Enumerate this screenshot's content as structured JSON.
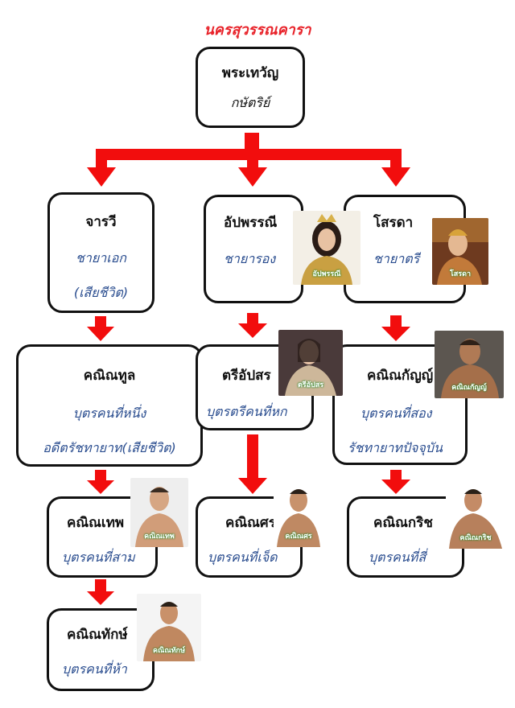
{
  "title": "นครสุวรรณคารา",
  "colors": {
    "arrow": "#f20d0d",
    "title": "#e8232a",
    "role": "#2a4d8f"
  },
  "nodes": {
    "king": {
      "name": "พระเทวัญ",
      "role": "กษัตริย์"
    },
    "jarawee": {
      "name": "จารวี",
      "role": "ชายาเอก",
      "role2": "(เสียชีวิต)"
    },
    "apapan": {
      "name": "อัปพรรณี",
      "role": "ชายารอง"
    },
    "sorada": {
      "name": "โสรดา",
      "role": "ชายาตรี"
    },
    "kanin_tool": {
      "name": "คณิณทูล",
      "role": "บุตรคนที่หนึ่ง",
      "role2": "อดีตรัชทายาท(เสียชีวิต)"
    },
    "sri_apsorn": {
      "name": "ตรีอัปสร",
      "role": "บุตรตรีคนที่หก"
    },
    "kanin_kan": {
      "name": "คณิณกัญญ์",
      "role": "บุตรคนที่สอง",
      "role2": "รัชทายาทปัจจุบัน"
    },
    "kanin_thep": {
      "name": "คณิณเทพ",
      "role": "บุตรคนที่สาม"
    },
    "kanin_sorn": {
      "name": "คณิณศร",
      "role": "บุตรคนที่เจ็ด"
    },
    "kanin_krit": {
      "name": "คณิณกริช",
      "role": "บุตรคนที่สี่"
    },
    "kanin_tak": {
      "name": "คณิณทักษ์",
      "role": "บุตรคนที่ห้า"
    }
  },
  "photo_captions": {
    "apapan": "อัปพรรณี",
    "sorada": "โสรดา",
    "sri_apsorn": "ตรีอัปสร",
    "kanin_kan": "คณิณกัญญ์",
    "kanin_thep": "คณิณเทพ",
    "kanin_sorn": "คณิณศร",
    "kanin_krit": "คณิณกริช",
    "kanin_tak": "คณิณทักษ์"
  }
}
